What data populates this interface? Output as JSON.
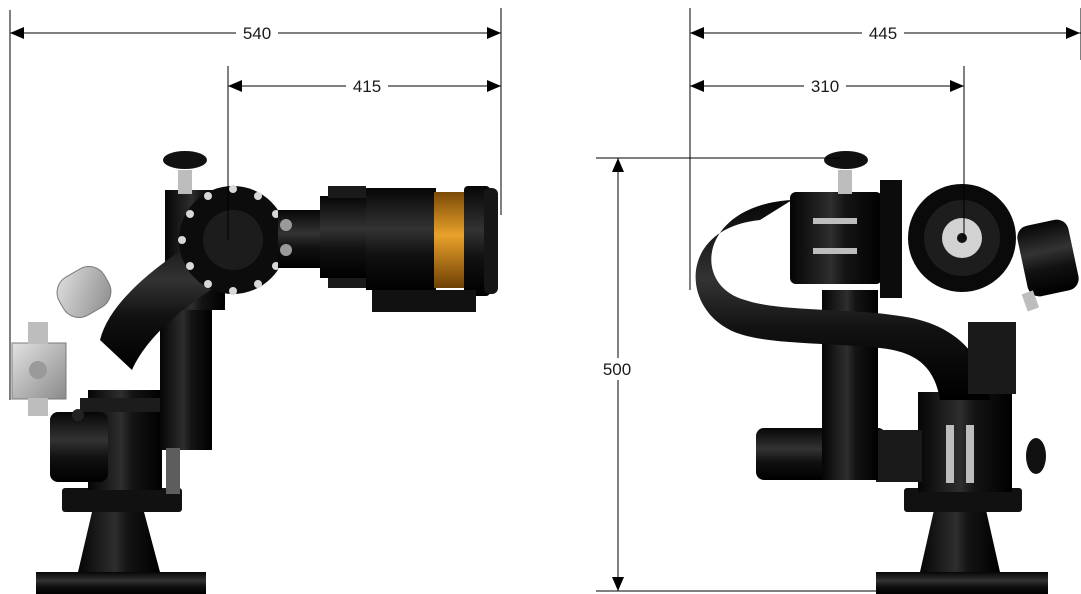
{
  "dimensions": {
    "side_overall_width": "540",
    "side_nozzle_length": "415",
    "front_overall_width": "445",
    "front_body_width": "310",
    "front_height": "500"
  },
  "colors": {
    "body": "#111111",
    "highlight": "#3a3a3a",
    "steel": "#b8b8b8",
    "orange_band": "#d9901c",
    "line": "#000000"
  }
}
